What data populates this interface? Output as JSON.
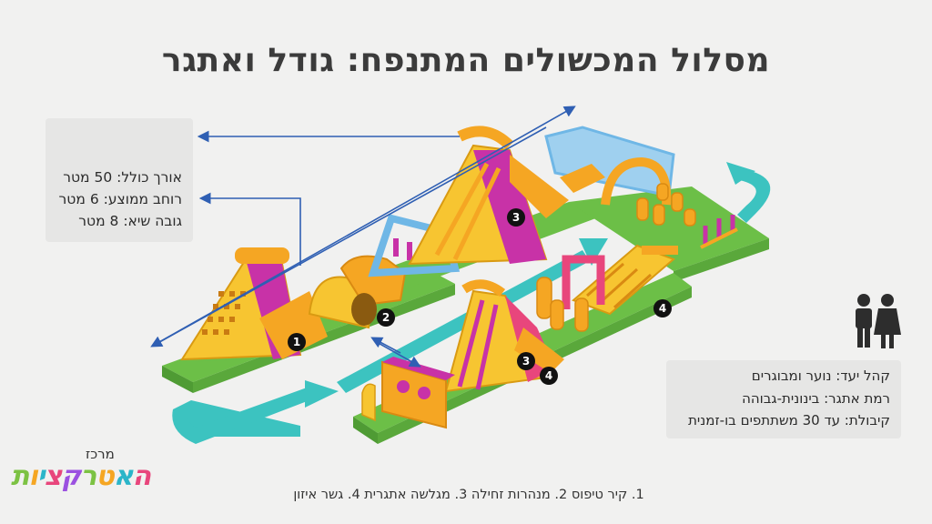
{
  "title": "מסלול המכשולים המתנפח: גודל ואתגר",
  "dimensions": {
    "length": "אורך כולל: 50 מטר",
    "width": "רוחב ממוצע: 6 מטר",
    "height": "גובה שיא: 8 מטר"
  },
  "info": {
    "audience": "קהל יעד: נוער ומבוגרים",
    "level": "רמת אתגר: בינונית-גבוהה",
    "capacity": "קיבולת: עד 30 משתתפים בו-זמנית"
  },
  "legend": "1. קיר טיפוס   2. מנהרות זחילה   3. מגלשה אתגרית   4. גשר איזון",
  "markers": [
    "1",
    "2",
    "3",
    "3",
    "4",
    "4"
  ],
  "logo": {
    "top": "מרכז",
    "main": "האטרקציות",
    "colors": [
      "#e8467c",
      "#2bb5c9",
      "#f5a623",
      "#7cc243",
      "#9b51e0",
      "#e8467c",
      "#2bb5c9",
      "#f5a623",
      "#7cc243",
      "#e8467c"
    ]
  },
  "icons": [
    "tape-measure-icon",
    "people-icon"
  ],
  "colors": {
    "arrow": "#2f5fb3",
    "flow": "#3cc3c0",
    "base": "#6cbf47",
    "yellow": "#f7c531",
    "orange": "#f5a623",
    "magenta": "#c832a7",
    "blue": "#6fb7e6"
  }
}
